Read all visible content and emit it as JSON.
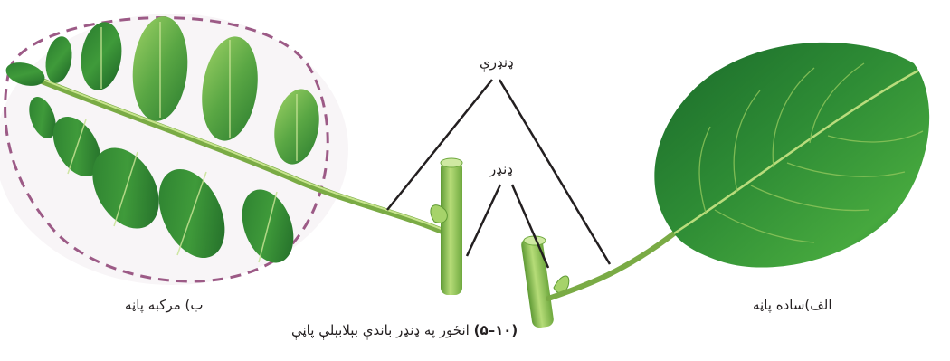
{
  "labels": {
    "petioles": "ډنډرې",
    "petiole": "ډنډر",
    "simple_leaf": "الف)ساده پاڼه",
    "compound_leaf": "ب)  مرکبه پاڼه"
  },
  "caption": {
    "number": "(۱۰–۵)",
    "text": " انځور په ډنډر باندې بېلابېلې پاڼې"
  },
  "colors": {
    "leaf_dark": "#1f6e2a",
    "leaf_mid": "#3f9a3a",
    "leaf_light": "#8cc45a",
    "stem": "#8ab84a",
    "dashed_outline": "#9c5a86",
    "pointer_lines": "#231f20"
  }
}
